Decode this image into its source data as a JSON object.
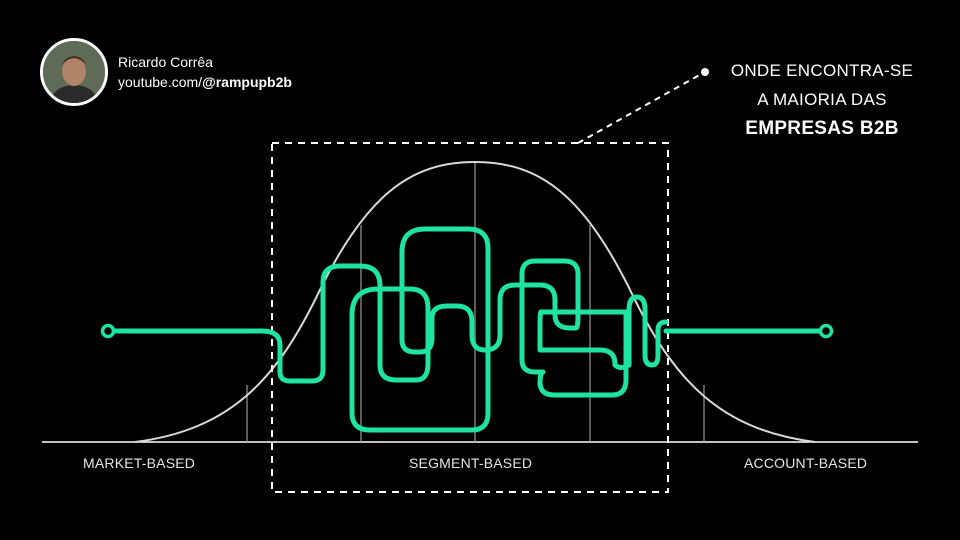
{
  "author": {
    "name": "Ricardo Corrêa",
    "channel_prefix": "youtube.com/",
    "channel_handle": "@rampupb2b"
  },
  "callout": {
    "line1": "ONDE ENCONTRA-SE",
    "line2": "A MAIORIA DAS",
    "line3": "EMPRESAS B2B"
  },
  "segments": [
    {
      "label": "MARKET-BASED"
    },
    {
      "label": "SEGMENT-BASED"
    },
    {
      "label": "ACCOUNT-BASED"
    }
  ],
  "colors": {
    "background": "#000000",
    "path": "#1fe3a2",
    "curve": "#d9d9d9",
    "text": "#ffffff"
  }
}
